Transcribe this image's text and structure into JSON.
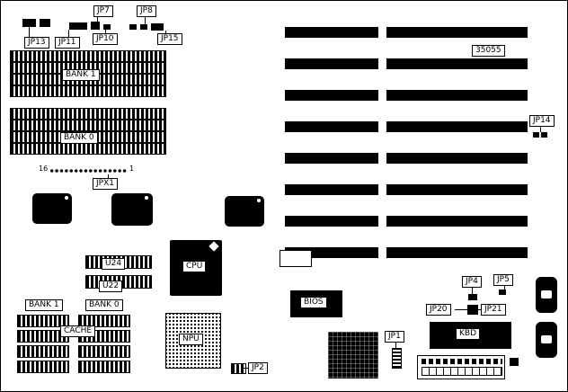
{
  "board": {
    "part_number": "35055",
    "memory_banks": {
      "bank1": "BANK 1",
      "bank0": "BANK 0"
    },
    "jpx1_header": {
      "label": "JPX1",
      "pin_left": "16",
      "pin_right": "1"
    },
    "jumpers": {
      "jp1": "JP1",
      "jp2": "JP2",
      "jp4": "JP4",
      "jp5": "JP5",
      "jp7": "JP7",
      "jp8": "JP8",
      "jp10": "JP10",
      "jp11": "JP11",
      "jp13": "JP13",
      "jp14": "JP14",
      "jp15": "JP15",
      "jp20": "JP20",
      "jp21": "JP21"
    },
    "chips": {
      "cpu": "CPU",
      "npu": "NPU",
      "bios": "BIOS",
      "kbd": "KBD",
      "u24": "U24",
      "u22": "U22"
    },
    "cache": {
      "bank1": "BANK 1",
      "bank0": "BANK 0",
      "label": "CACHE"
    }
  },
  "colors": {
    "background": "#ffffff",
    "component": "#000000",
    "label_bg": "#ffffff"
  }
}
